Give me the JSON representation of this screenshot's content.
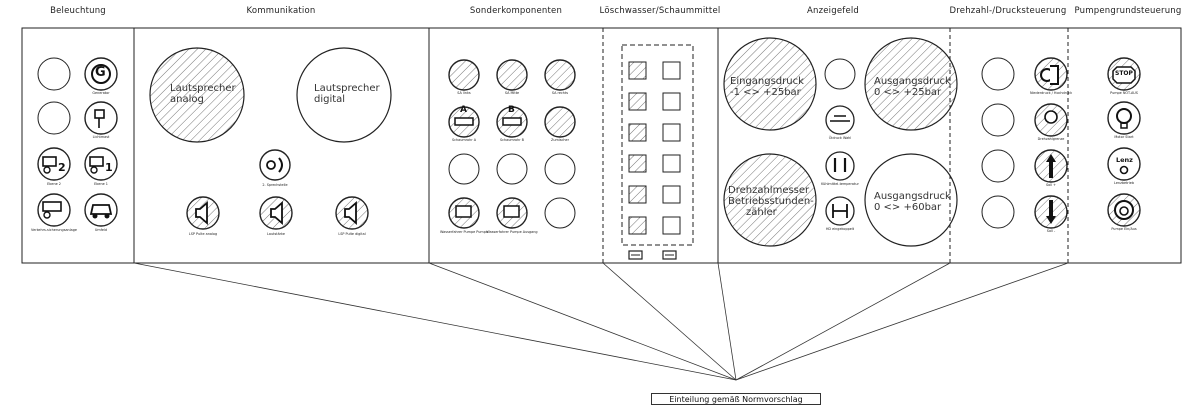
{
  "sections": [
    {
      "id": "beleuchtung",
      "title": "Beleuchtung"
    },
    {
      "id": "kommunikation",
      "title": "Kommunikation"
    },
    {
      "id": "sonderkomponenten",
      "title": "Sonderkomponenten"
    },
    {
      "id": "loeschwasser",
      "title": "Löschwasser/Schaummittel"
    },
    {
      "id": "anzeigefeld",
      "title": "Anzeigefeld"
    },
    {
      "id": "drehzahl",
      "title": "Drehzahl-/Drucksteuerung"
    },
    {
      "id": "pumpen",
      "title": "Pumpengrundsteuerung"
    }
  ],
  "beleuchtung": {
    "generator": "Generator",
    "lichtmast": "Lichtmast",
    "ebene2": "Ebene 2",
    "ebene1": "Ebene 1",
    "verkehr": "Verkehrs-sicherungsanlage",
    "umfeld": "Umfeld",
    "badge1": "1",
    "badge2": "2",
    "g_letter": "G"
  },
  "kommunikation": {
    "lautsprecher_analog": [
      "Lautsprecher",
      "analog"
    ],
    "lautsprecher_digital": [
      "Lautsprecher",
      "digital"
    ],
    "sprechstelle": "2. Sprechstelle",
    "lsp_analog": "LSP Pulte analog",
    "lautstaerke": "Lautstärke",
    "lsp_digital": "LSP Pulte digital"
  },
  "sonderkomponenten": {
    "sa_links": "SA links",
    "sa_mitte": "SA Mitte",
    "sa_rechts": "SA rechts",
    "schaumrohr_a": "Schaumrohr A",
    "schaumrohr_b": "Schaumrohr B",
    "zumischer": "Zumischer",
    "letter_a": "A",
    "letter_b": "B",
    "wasser_pumpe": "Wasserfahrer Pumpe Pumpe",
    "wasser_ausgang": "Wasserfahrer Pumpe Ausgang"
  },
  "anzeigefeld": {
    "eingangsdruck": [
      "Eingangsdruck",
      "-1 <> +25bar"
    ],
    "ausgangsdruck1": [
      "Ausgangsdruck",
      "0 <> +25bar"
    ],
    "drehzahlmesser": [
      "Drehzahlmesser",
      "Betriebsstunden-",
      "zähler"
    ],
    "ausgangsdruck2": [
      "Ausgangsdruck",
      "0 <> +60bar"
    ],
    "oeldruck": "Öldruck Wahl",
    "kuehlmittel": "Kühlmittel-temperatur",
    "hd_eingekoppelt": "HD eingekoppelt"
  },
  "drehzahl": {
    "niederdruck": "Niederdruck / Hochdruck",
    "drehzahl": "Drehzahlgrenze",
    "plus": "Soll +",
    "minus": "Soll -"
  },
  "pumpen": {
    "stop_text": "STOP",
    "stop": "Pumpe NOT-AUS",
    "motor": "Motor Start",
    "lenz_text": "Lenz",
    "lenz": "Lenzbetrieb",
    "ein_aus": "Pumpe Ein/Aus"
  },
  "footer": "Einteilung gemäß Normvorschlag"
}
